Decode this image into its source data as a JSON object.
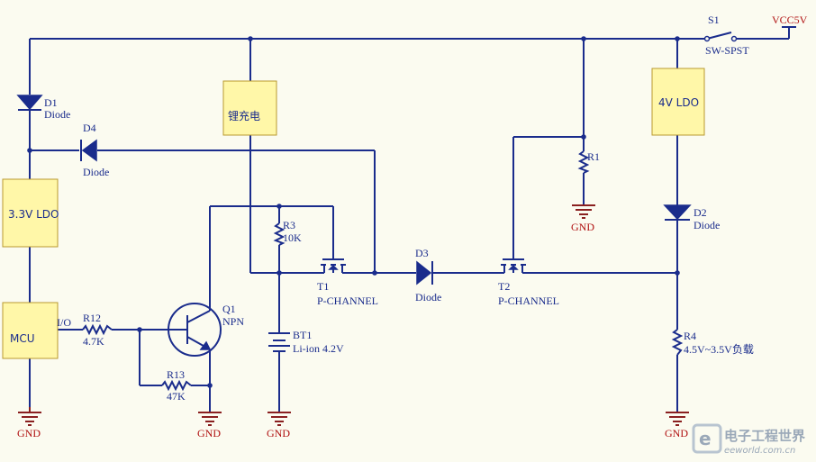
{
  "supply": {
    "vcc": "VCC5V",
    "switch_ref": "S1",
    "switch_value": "SW-SPST"
  },
  "diodes": {
    "d1": {
      "ref": "D1",
      "value": "Diode"
    },
    "d2": {
      "ref": "D2",
      "value": "Diode"
    },
    "d3": {
      "ref": "D3",
      "value": "Diode"
    },
    "d4": {
      "ref": "D4",
      "value": "Diode"
    }
  },
  "blocks": {
    "ldo33": "3.3V LDO",
    "ldo4": "4V LDO",
    "charger": "锂充电",
    "mcu": "MCU",
    "io": "I/O"
  },
  "resistors": {
    "r1": {
      "ref": "R1",
      "value": ""
    },
    "r3": {
      "ref": "R3",
      "value": "10K"
    },
    "r4": {
      "ref": "R4",
      "value": "4.5V~3.5V负载"
    },
    "r12": {
      "ref": "R12",
      "value": "4.7K"
    },
    "r13": {
      "ref": "R13",
      "value": "47K"
    }
  },
  "transistors": {
    "t1": {
      "ref": "T1",
      "value": "P-CHANNEL"
    },
    "t2": {
      "ref": "T2",
      "value": "P-CHANNEL"
    },
    "q1": {
      "ref": "Q1",
      "value": "NPN"
    }
  },
  "battery": {
    "ref": "BT1",
    "value": "Li-ion 4.2V"
  },
  "ground_label": "GND",
  "watermark": {
    "cn": "电子工程世界",
    "en": "eeworld.com.cn"
  }
}
